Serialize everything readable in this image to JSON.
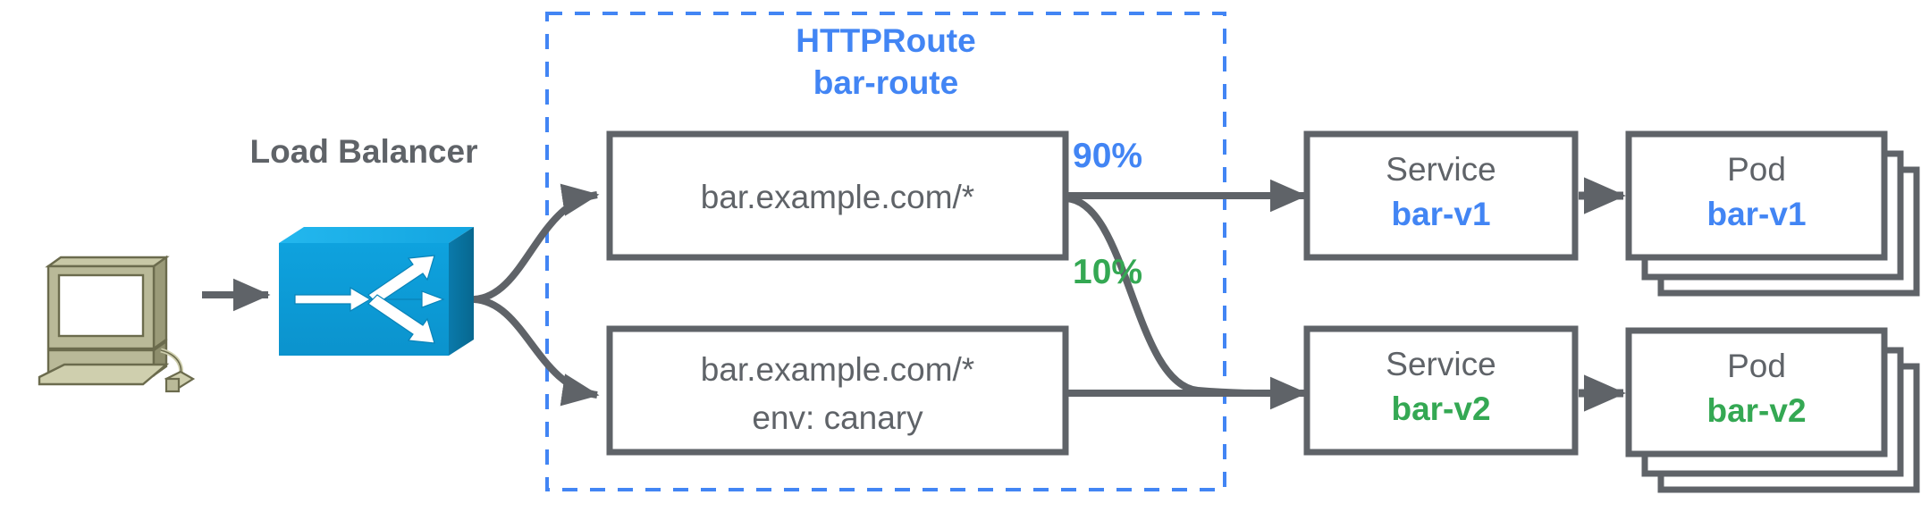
{
  "diagram": {
    "title": "HTTPRoute traffic splitting canary diagram",
    "colors": {
      "blue": "#4285f4",
      "green": "#34a853",
      "grey": "#5f6368",
      "lb_blue": "#0c9ed9",
      "client_olive": "#a9a981"
    }
  },
  "client": {
    "icon": "workstation-icon",
    "label": ""
  },
  "load_balancer": {
    "label": "Load Balancer",
    "icon": "load-balancer-icon"
  },
  "httproute": {
    "kind_label": "HTTPRoute",
    "name_label": "bar-route",
    "rules": [
      {
        "line1": "bar.example.com/*",
        "line2": ""
      },
      {
        "line1": "bar.example.com/*",
        "line2": "env: canary"
      }
    ]
  },
  "weights": [
    {
      "value": "90%",
      "color": "#4285f4"
    },
    {
      "value": "10%",
      "color": "#34a853"
    }
  ],
  "backends": [
    {
      "service_kind": "Service",
      "service_name": "bar-v1",
      "pod_kind": "Pod",
      "pod_name": "bar-v1",
      "accent": "#4285f4",
      "pod_replicas": 3
    },
    {
      "service_kind": "Service",
      "service_name": "bar-v2",
      "pod_kind": "Pod",
      "pod_name": "bar-v2",
      "accent": "#34a853",
      "pod_replicas": 3
    }
  ]
}
